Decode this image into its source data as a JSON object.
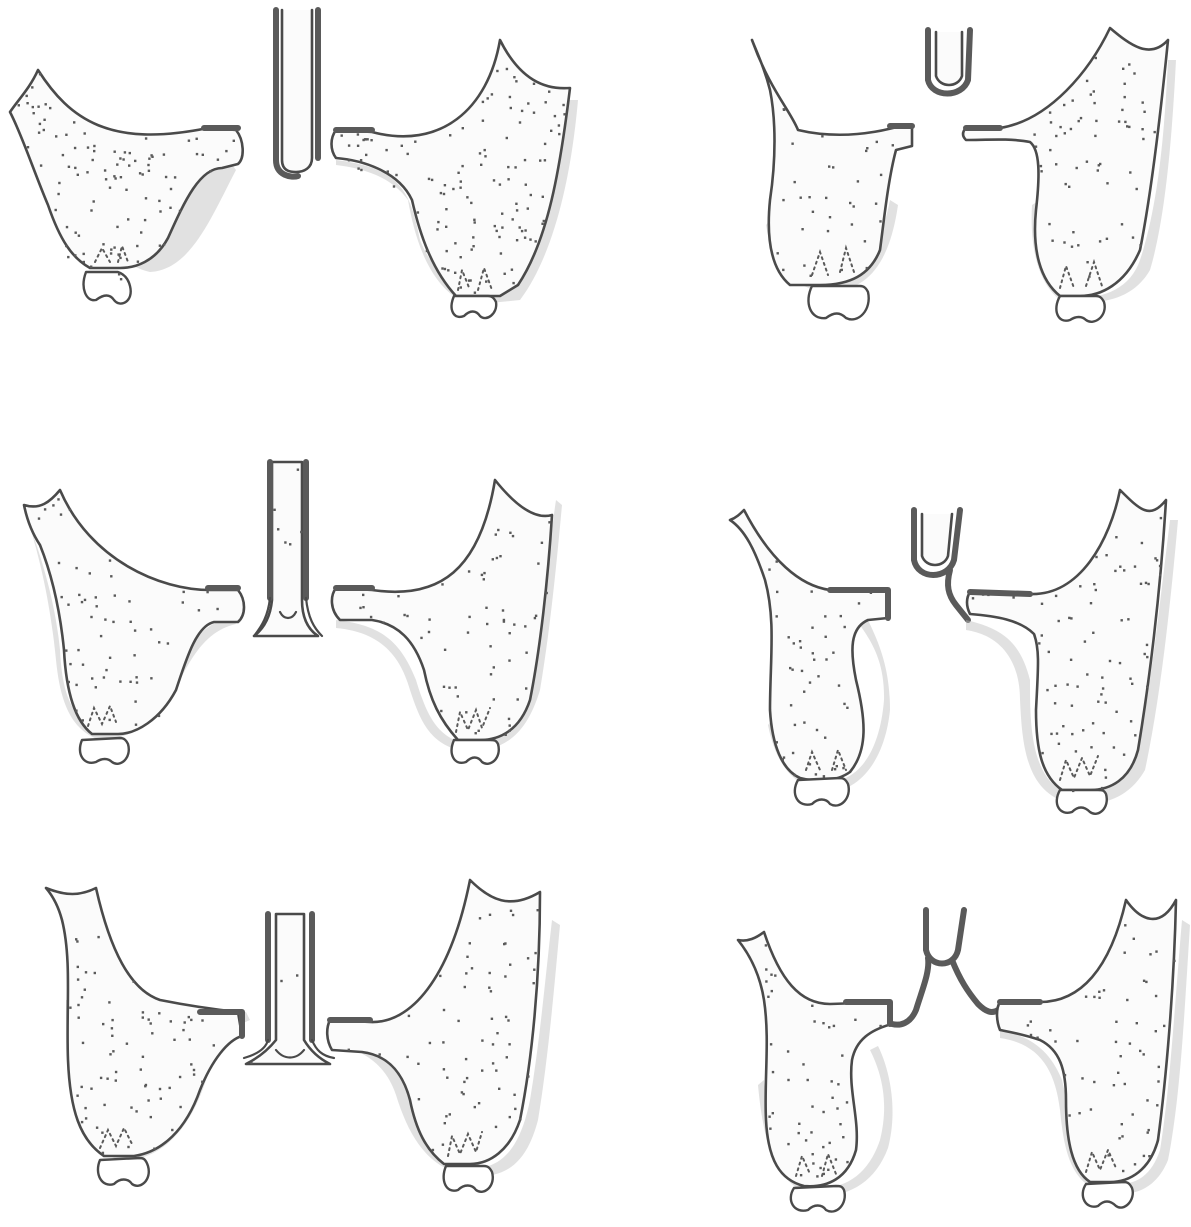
{
  "diagram": {
    "type": "illustration",
    "panels": [
      {
        "row": 1,
        "column": 1,
        "septum": "straight-tall"
      },
      {
        "row": 1,
        "column": 2,
        "septum": "short-u"
      },
      {
        "row": 2,
        "column": 1,
        "septum": "flared-base"
      },
      {
        "row": 2,
        "column": 2,
        "septum": "deviated-u"
      },
      {
        "row": 3,
        "column": 1,
        "septum": "fused-floor"
      },
      {
        "row": 3,
        "column": 2,
        "septum": "fused-peaked"
      }
    ],
    "colors": {
      "outline": "#4a4a4a",
      "shading": "#bdbdbd",
      "stipple": "#5a5a5a",
      "background": "#ffffff"
    }
  }
}
